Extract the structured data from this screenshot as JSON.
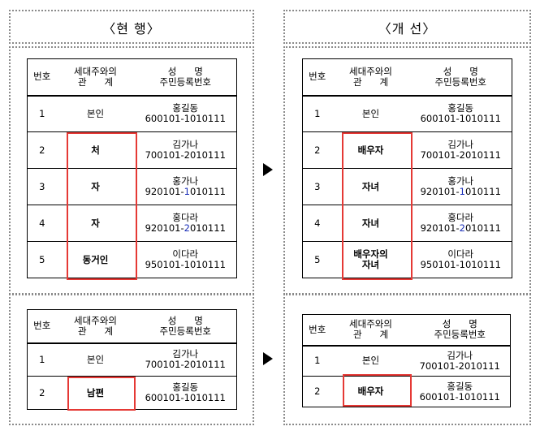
{
  "current": {
    "title": "〈현 행〉",
    "top_table": {
      "header": {
        "no": "번호",
        "rel_line1": "세대주와의",
        "rel_line2": "관      계",
        "name_line1": "성      명",
        "name_line2": "주민등록번호"
      },
      "rows": [
        {
          "no": "1",
          "rel": "본인",
          "name": "홍길동",
          "id_pre": "600101-",
          "id_hl": "1",
          "id_post": "010111"
        },
        {
          "no": "2",
          "rel": "처",
          "name": "김가나",
          "id_pre": "700101-",
          "id_hl": "2",
          "id_post": "010111"
        },
        {
          "no": "3",
          "rel": "자",
          "name": "홍가나",
          "id_pre": "920101-",
          "id_hl": "1",
          "id_post": "010111"
        },
        {
          "no": "4",
          "rel": "자",
          "name": "홍다라",
          "id_pre": "920101-",
          "id_hl": "2",
          "id_post": "010111"
        },
        {
          "no": "5",
          "rel": "동거인",
          "name": "이다라",
          "id_pre": "950101-",
          "id_hl": "1",
          "id_post": "010111"
        }
      ]
    },
    "bottom_table": {
      "header": {
        "no": "번호",
        "rel_line1": "세대주와의",
        "rel_line2": "관      계",
        "name_line1": "성      명",
        "name_line2": "주민등록번호"
      },
      "rows": [
        {
          "no": "1",
          "rel": "본인",
          "name": "김가나",
          "id": "700101-2010111"
        },
        {
          "no": "2",
          "rel": "남편",
          "name": "홍길동",
          "id": "600101-1010111"
        }
      ]
    }
  },
  "improved": {
    "title": "〈개 선〉",
    "top_table": {
      "header": {
        "no": "번호",
        "rel_line1": "세대주와의",
        "rel_line2": "관      계",
        "name_line1": "성      명",
        "name_line2": "주민등록번호"
      },
      "rows": [
        {
          "no": "1",
          "rel": "본인",
          "rel2": "",
          "name": "홍길동",
          "id_pre": "600101-",
          "id_hl": "1",
          "id_post": "010111"
        },
        {
          "no": "2",
          "rel": "배우자",
          "rel2": "",
          "name": "김가나",
          "id_pre": "700101-",
          "id_hl": "2",
          "id_post": "010111"
        },
        {
          "no": "3",
          "rel": "자녀",
          "rel2": "",
          "name": "홍가나",
          "id_pre": "920101-",
          "id_hl": "1",
          "id_post": "010111"
        },
        {
          "no": "4",
          "rel": "자녀",
          "rel2": "",
          "name": "홍다라",
          "id_pre": "920101-",
          "id_hl": "2",
          "id_post": "010111"
        },
        {
          "no": "5",
          "rel": "배우자의",
          "rel2": "자녀",
          "name": "이다라",
          "id_pre": "950101-",
          "id_hl": "1",
          "id_post": "010111"
        }
      ]
    },
    "bottom_table": {
      "header": {
        "no": "번호",
        "rel_line1": "세대주와의",
        "rel_line2": "관      계",
        "name_line1": "성      명",
        "name_line2": "주민등록번호"
      },
      "rows": [
        {
          "no": "1",
          "rel": "본인",
          "name": "김가나",
          "id": "700101-2010111"
        },
        {
          "no": "2",
          "rel": "배우자",
          "name": "홍길동",
          "id": "600101-1010111"
        }
      ]
    }
  },
  "colors": {
    "highlight_box": "#e53935",
    "id_digit_blue": "#1b2fb8",
    "dotted_border": "#8a8a8a"
  },
  "icons": {
    "arrow": "right-triangle-arrow"
  }
}
